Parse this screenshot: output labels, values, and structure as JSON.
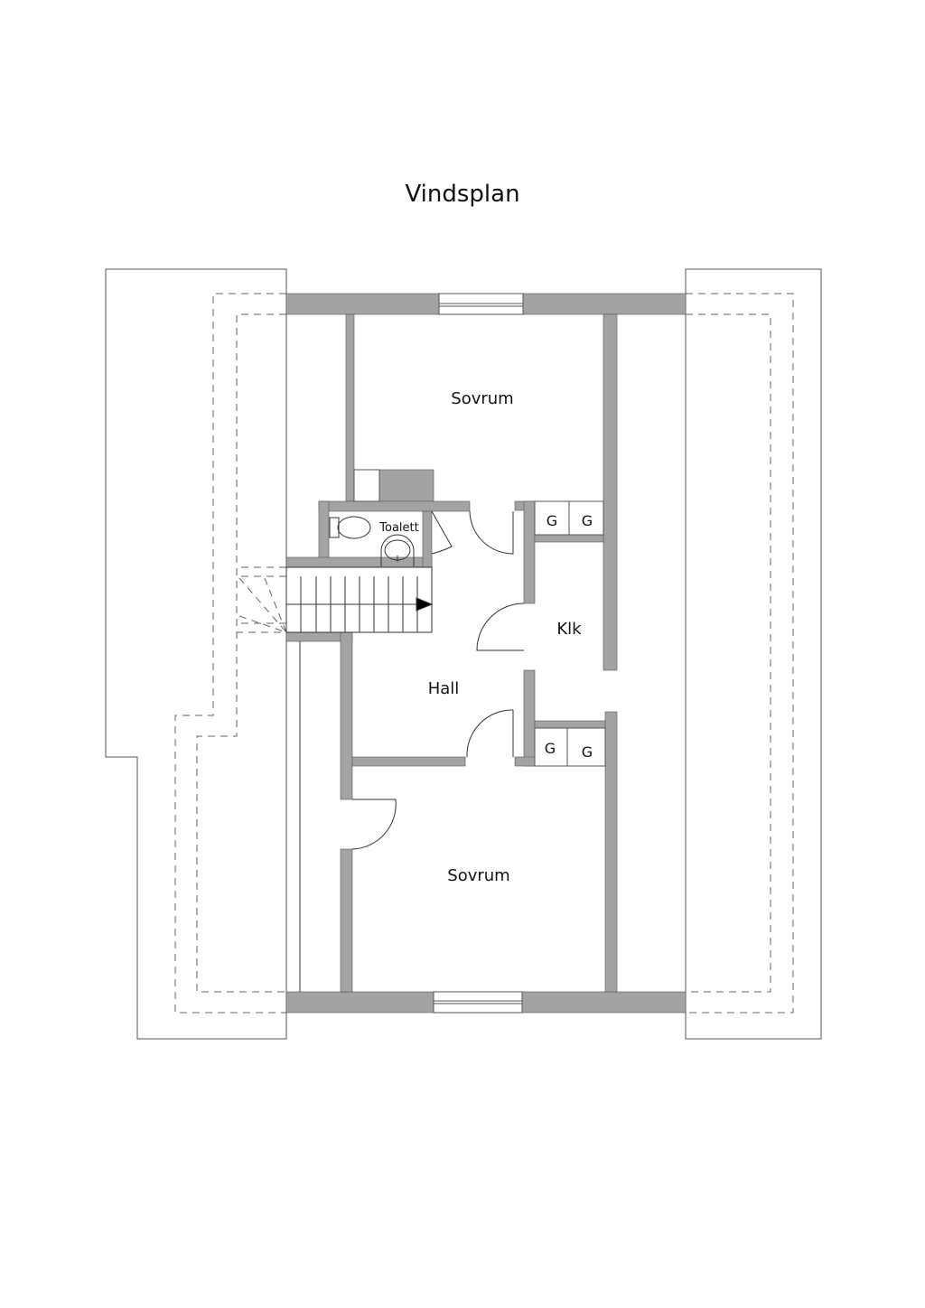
{
  "title": "Vindsplan",
  "rooms": {
    "bedroom_top": "Sovrum",
    "toilet": "Toalett",
    "closet": "Klk",
    "hall": "Hall",
    "bedroom_bottom": "Sovrum"
  },
  "wardrobe_label": "G",
  "colors": {
    "wall": "#a3a3a3",
    "line": "#555555"
  }
}
